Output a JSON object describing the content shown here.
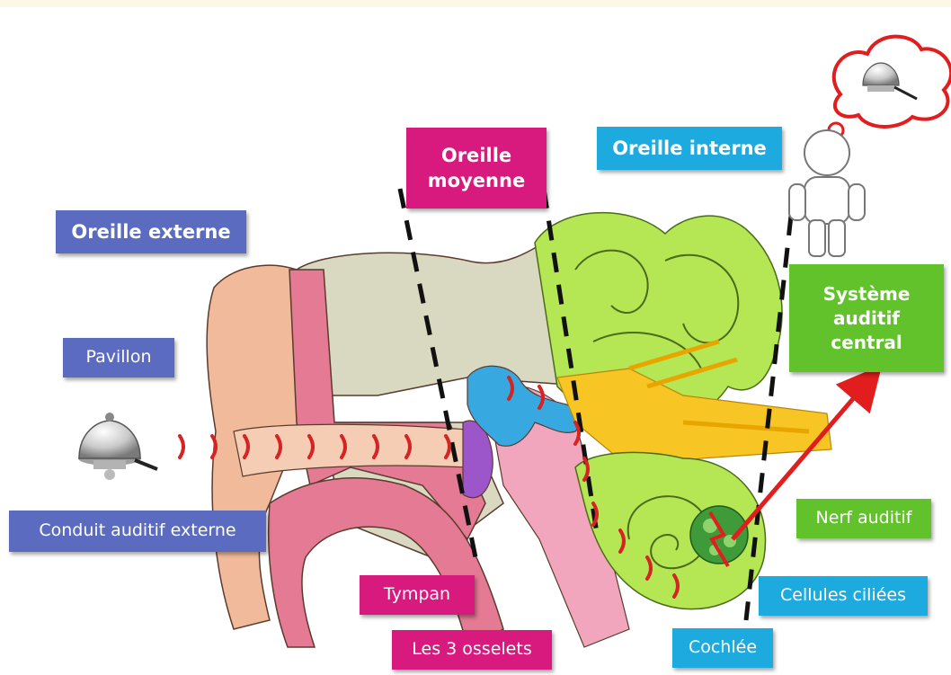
{
  "labels": {
    "oreille_externe": "Oreille externe",
    "oreille_moyenne": "Oreille\nmoyenne",
    "oreille_interne": "Oreille interne",
    "pavillon": "Pavillon",
    "conduit_auditif_externe": "Conduit auditif externe",
    "tympan": "Tympan",
    "les_3_osselets": "Les 3 osselets",
    "cochlee": "Cochlée",
    "cellules_ciliees": "Cellules ciliées",
    "nerf_auditif": "Nerf auditif",
    "systeme_auditif_central": "Système\nauditif\ncentral"
  },
  "colors": {
    "externe": "#5b6cc0",
    "moyenne": "#d8197e",
    "interne": "#1daadf",
    "central": "#62c22c"
  },
  "icons": [
    "bell-icon",
    "thought-bubble-icon",
    "person-icon",
    "sound-wave-icon",
    "arrow-icon"
  ]
}
